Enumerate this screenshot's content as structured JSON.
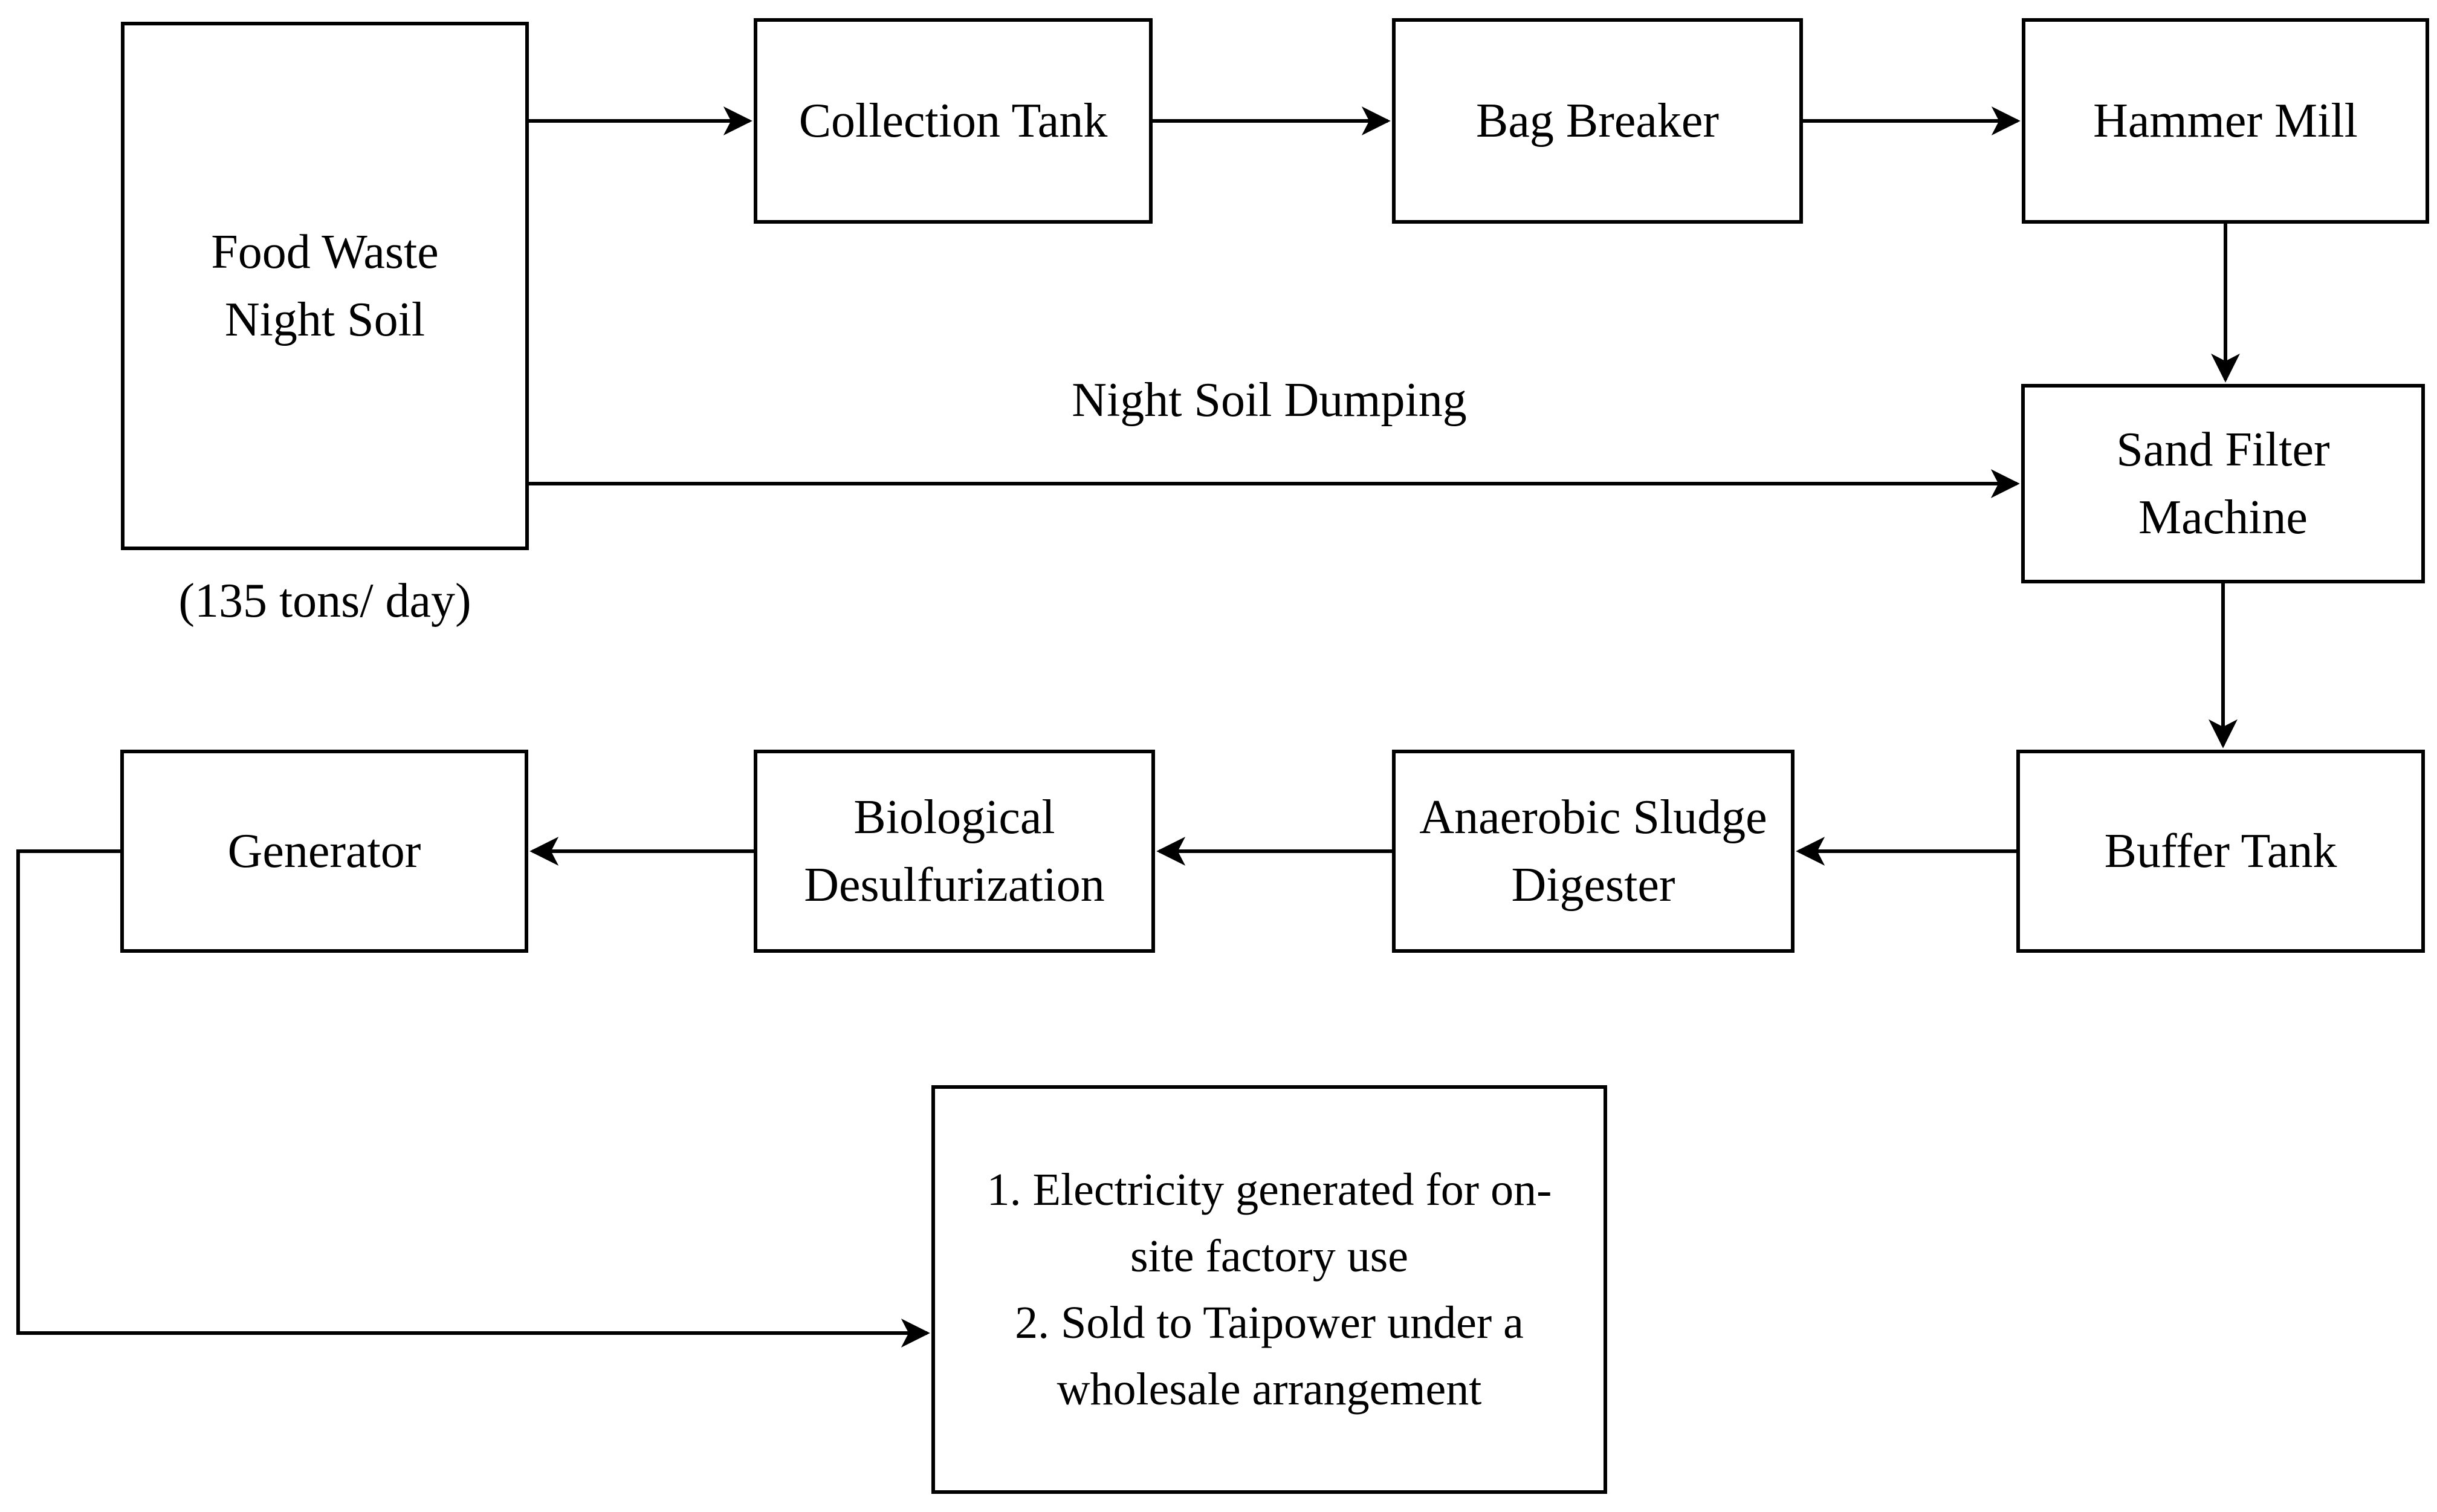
{
  "background_color": "#ffffff",
  "ink_color": "#000000",
  "nodes": {
    "food_waste": {
      "label": "Food Waste\nNight Soil",
      "caption": "(135 tons/ day)"
    },
    "collection_tank": {
      "label": "Collection Tank"
    },
    "bag_breaker": {
      "label": "Bag Breaker"
    },
    "hammer_mill": {
      "label": "Hammer Mill"
    },
    "sand_filter_machine": {
      "label": "Sand Filter\nMachine"
    },
    "buffer_tank": {
      "label": "Buffer Tank"
    },
    "anaerobic_sludge_digester": {
      "label": "Anaerobic Sludge\nDigester"
    },
    "biological_desulfurization": {
      "label": "Biological\nDesulfurization"
    },
    "generator": {
      "label": "Generator"
    },
    "electricity_output": {
      "label": "1. Electricity generated for on-\nsite factory use\n2. Sold to Taipower under a\nwholesale arrangement"
    }
  },
  "edge_labels": {
    "night_soil_dumping": "Night Soil Dumping"
  }
}
